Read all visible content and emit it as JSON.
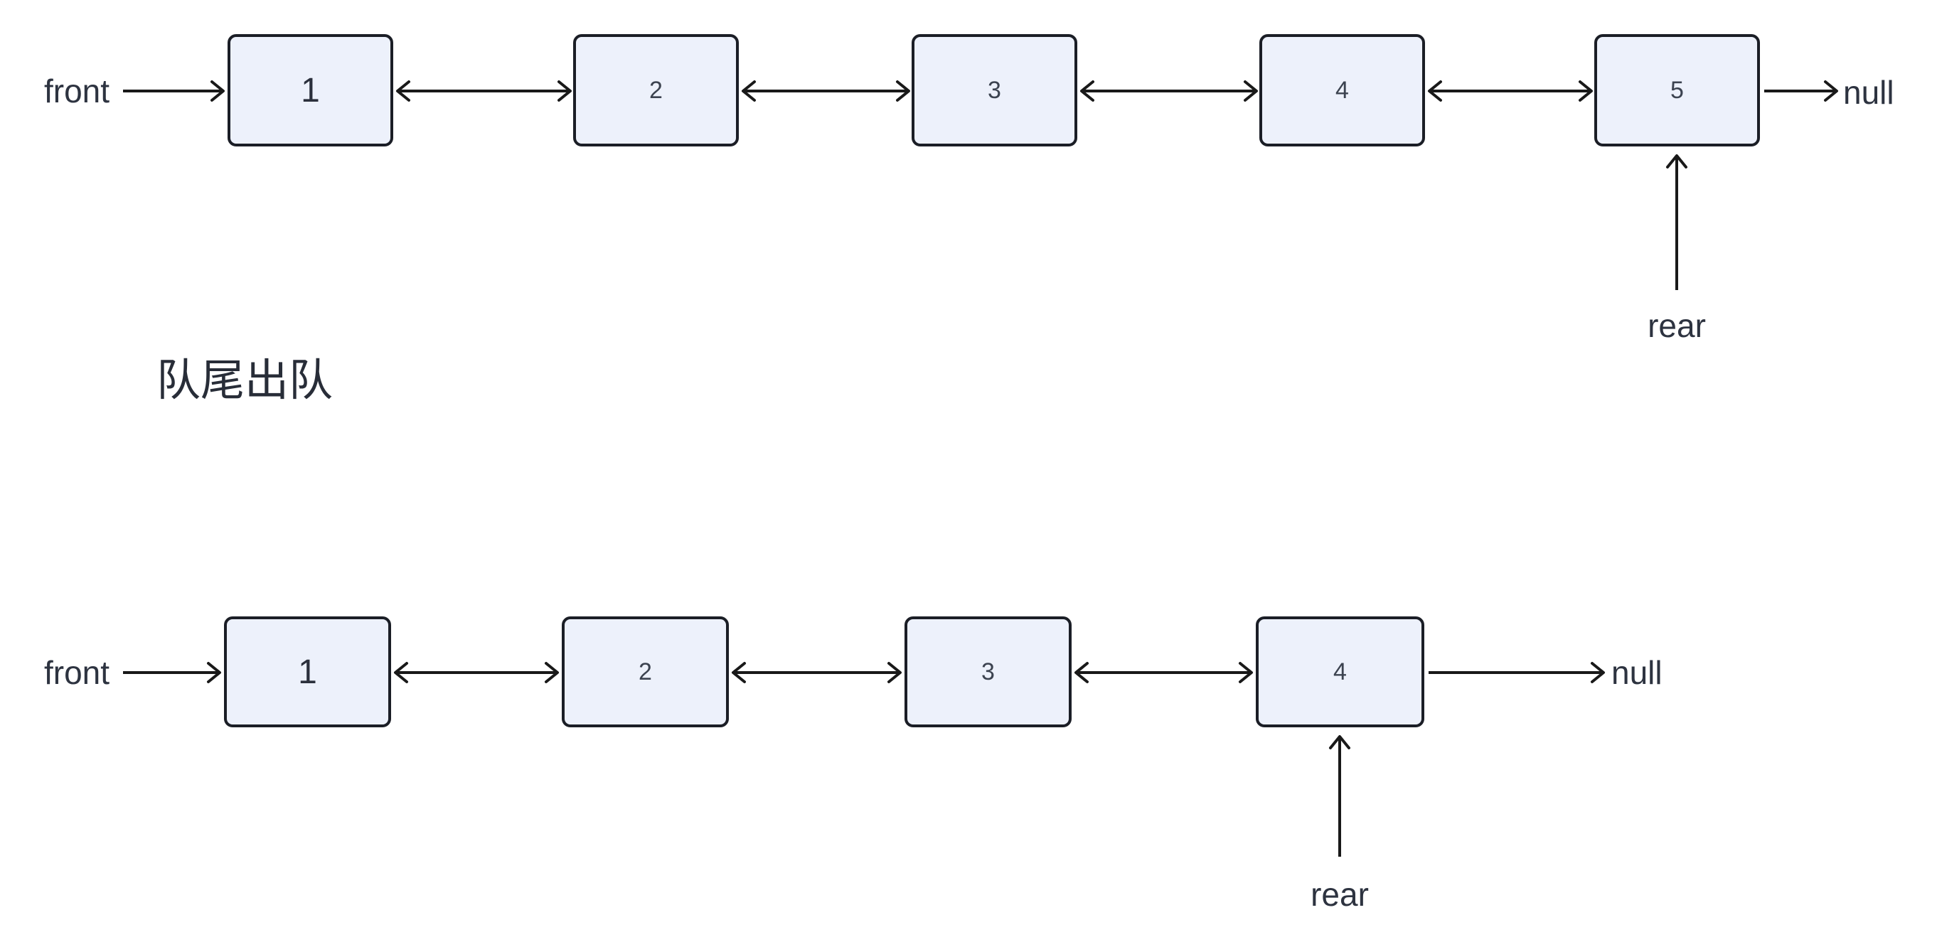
{
  "colors": {
    "background": "#ffffff",
    "node_fill": "#edf1fb",
    "node_border": "#1b1e26",
    "arrow_color": "#191919",
    "label_color": "#2d3340",
    "digit_color": "#3c4350",
    "digit_strong_color": "#2b303c",
    "title_color": "#282d38"
  },
  "title": "队尾出队",
  "queue_before": {
    "front_label": "front",
    "null_label": "null",
    "rear_label": "rear",
    "nodes": [
      "1",
      "2",
      "3",
      "4",
      "5"
    ]
  },
  "queue_after": {
    "front_label": "front",
    "null_label": "null",
    "rear_label": "rear",
    "nodes": [
      "1",
      "2",
      "3",
      "4"
    ]
  }
}
